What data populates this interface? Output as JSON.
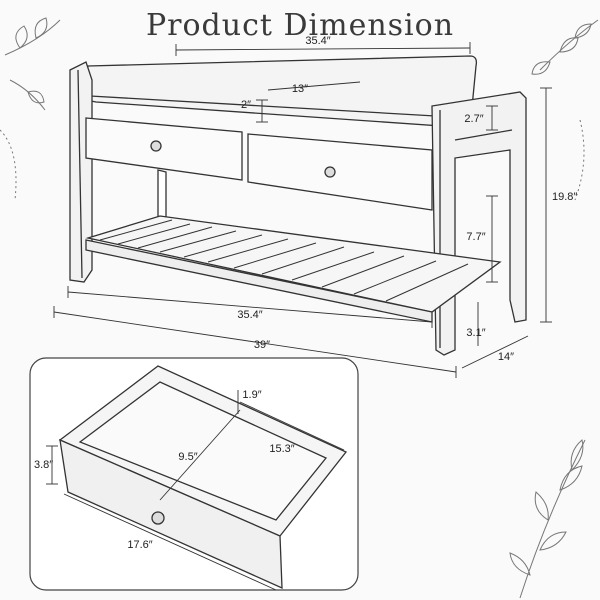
{
  "title": "Product Dimension",
  "bench": {
    "top_length": "35.4″",
    "drawer_front_width": "13″",
    "drawer_height": "2″",
    "armrest_thickness": "2.7″",
    "total_height": "19.8″",
    "shelf_gap": "7.7″",
    "base_length": "35.4″",
    "total_length": "39″",
    "leg_height": "3.1″",
    "depth": "14″"
  },
  "drawer": {
    "depth": "15.3″",
    "front_offset": "1.9″",
    "inner_width": "9.5″",
    "height": "3.8″",
    "width": "17.6″"
  }
}
